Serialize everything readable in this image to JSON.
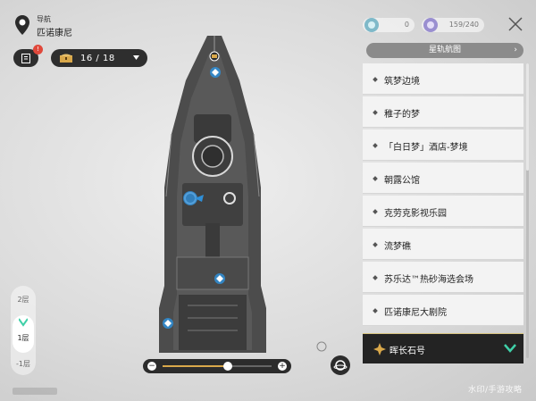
{
  "header": {
    "title": "导航",
    "location": "匹诺康尼"
  },
  "legend": {
    "badge": "!"
  },
  "chests": {
    "text": "16 / 18"
  },
  "currencies": [
    {
      "icon": "stellar-jade-icon",
      "value": "0"
    },
    {
      "icon": "trailblaze-power-icon",
      "value": "159/240"
    }
  ],
  "star_map_button": {
    "label": "星轨航图",
    "arrow": "›"
  },
  "locations": [
    {
      "label": "筑梦边境"
    },
    {
      "label": "稚子的梦"
    },
    {
      "label": "「白日梦」酒店-梦境"
    },
    {
      "label": "朝露公馆"
    },
    {
      "label": "克劳克影视乐园"
    },
    {
      "label": "流梦礁"
    },
    {
      "label": "苏乐达™热砂海选会场"
    },
    {
      "label": "匹诺康尼大剧院"
    }
  ],
  "selected_location": {
    "label": "晖长石号"
  },
  "floors": [
    {
      "label": "2层"
    },
    {
      "label": "1层",
      "active": true
    },
    {
      "label": "-1层"
    }
  ],
  "zoom": {
    "minus": "−",
    "plus": "+",
    "level": 0.6
  },
  "watermark": "水印/手游攻略",
  "colors": {
    "accent": "#d9a84a",
    "panel_dark": "#2c2c2c",
    "list_bg": "#f3f3f3",
    "badge_red": "#e0483b",
    "marker_blue": "#2f8fd8"
  }
}
